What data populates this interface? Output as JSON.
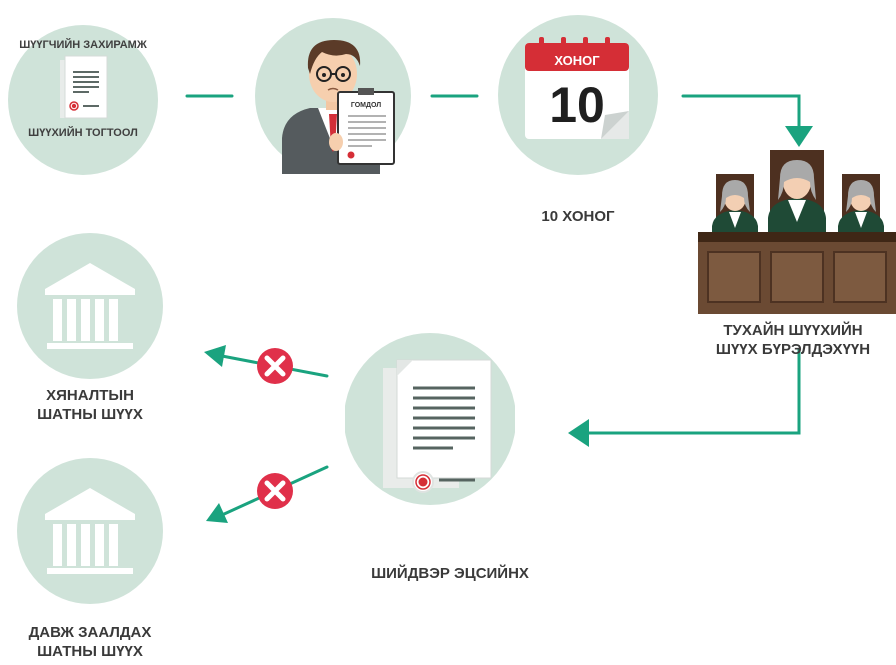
{
  "colors": {
    "circle": "#cfe3d9",
    "connector": "#1aa37f",
    "text": "#3a3a3a",
    "calendar_red": "#d52e36",
    "reject_red": "#e0304a"
  },
  "order_doc": {
    "top_text": "ШҮҮГЧИЙН ЗАХИРАМЖ",
    "bottom_text": "ШҮҮХИЙН ТОГТООЛ"
  },
  "complaint": {
    "paper_title": "ГОМДОЛ",
    "icon": "man-with-complaint-icon"
  },
  "calendar": {
    "month_label": "ХОНОГ",
    "number": "10",
    "caption": "10 ХОНОГ"
  },
  "court": {
    "title_line1": "ТУХАЙН ШҮҮХИЙН",
    "title_line2": "ШҮҮХ БҮРЭЛДЭХҮҮН",
    "icon": "judges-panel-icon"
  },
  "decision": {
    "caption": "ШИЙДВЭР ЭЦСИЙНХ",
    "icon": "final-decision-document-icon"
  },
  "supervisory_court": {
    "line1": "ХЯНАЛТЫН",
    "line2": "ШАТНЫ ШҮҮХ",
    "icon": "courthouse-icon"
  },
  "appeal_court": {
    "line1": "ДАВЖ ЗААЛДАХ",
    "line2": "ШАТНЫ ШҮҮХ",
    "icon": "courthouse-icon"
  }
}
